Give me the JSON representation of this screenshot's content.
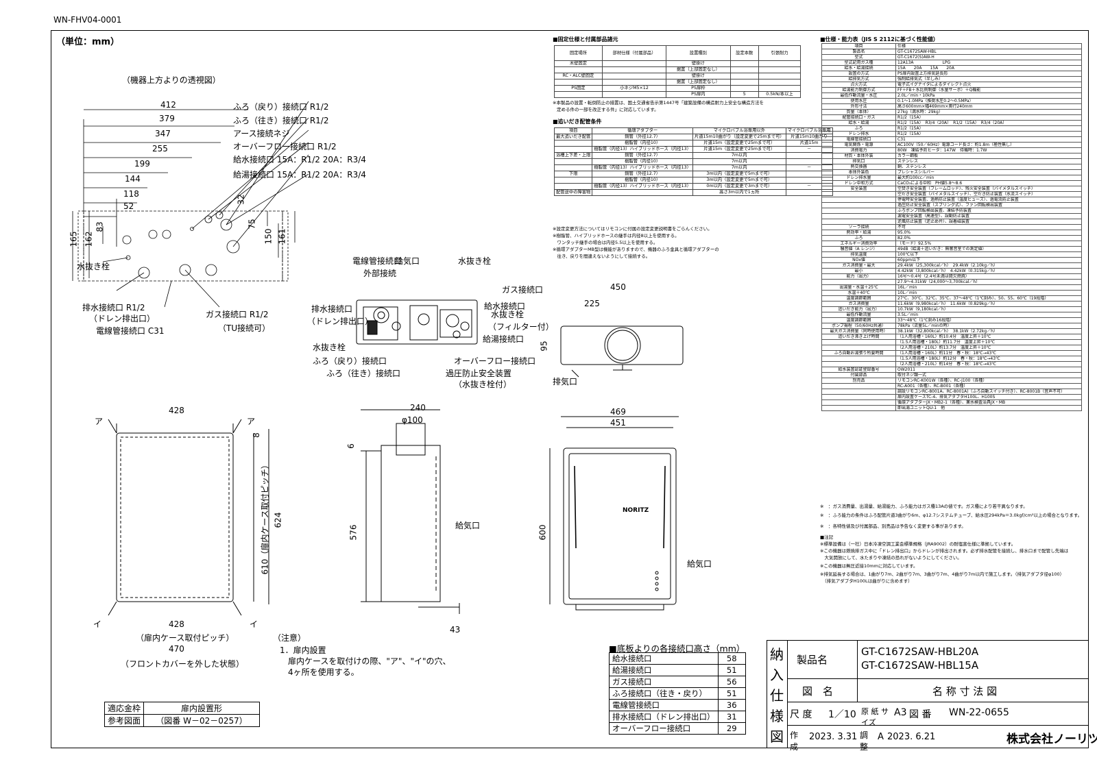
{
  "doc_code": "WN-FHV04-0001",
  "unit": "（単位：mm）",
  "top_view": {
    "title": "（機器上方よりの透視図）",
    "dims": [
      "412",
      "379",
      "347",
      "255",
      "199",
      "144",
      "118",
      "52"
    ],
    "vdims": [
      "165",
      "162",
      "83",
      "32",
      "75",
      "150",
      "161"
    ],
    "leaders": [
      "ふろ（戻り）接続口 R1/2",
      "ふろ（往き）接続口 R1/2",
      "アース接続ネジ",
      "オーバーフロー接続口 R1/2",
      "給水接続口 15A：R1/2 20A：R3/4",
      "給湯接続口 15A：R1/2 20A：R3/4"
    ],
    "bottom": [
      "水抜き栓",
      "排水接続口 R1/2",
      "（ドレン排出口）",
      "電線管接続口 C31",
      "ガス接続口 R1/2",
      "（TU接続可）"
    ]
  },
  "front_view": {
    "labels_left": [
      "電線管接続口",
      "外部接続",
      "排水接続口",
      "（ドレン排出口）",
      "水抜き栓",
      "ふろ（戻り）接続口",
      "ふろ（往き）接続口"
    ],
    "labels_right": [
      "給気口",
      "水抜き栓",
      "ガス接続口",
      "給水接続口",
      "水抜き栓",
      "（フィルター付）",
      "給湯接続口",
      "オーバーフロー接続口",
      "過圧防止安全装置",
      "（水抜き栓付）"
    ]
  },
  "top_small": {
    "dims": [
      "450",
      "225",
      "95"
    ],
    "label": "排気口"
  },
  "case_view": {
    "dims": [
      "428",
      "8",
      "610（扉内ケース取付ピッチ）",
      "624",
      "428",
      "（扉内ケース取付ピッチ）",
      "470",
      "（フロントカバーを外した状態）"
    ],
    "marks": [
      "ア",
      "ア",
      "イ",
      "イ"
    ]
  },
  "side_view": {
    "dims": [
      "240",
      "φ100",
      "6",
      "576",
      "43"
    ],
    "label": "給気口"
  },
  "main_view": {
    "dims": [
      "469",
      "451",
      "600"
    ],
    "label": "給気口",
    "logo": "NORITZ"
  },
  "notes": {
    "title": "（注意）",
    "lines": [
      "1．扉内設置",
      "扉内ケースを取付けの際、\"ア\"、\"イ\"の穴、",
      "4ヶ所を使用する。"
    ]
  },
  "ref": {
    "rows": [
      [
        "適応金枠",
        "扉内設置形"
      ],
      [
        "参考図面",
        "（図番 W－02－0257）"
      ]
    ]
  },
  "heights": {
    "title": "■底板よりの各接続口高さ（mm）",
    "rows": [
      [
        "給水接続口",
        "58"
      ],
      [
        "給湯接続口",
        "51"
      ],
      [
        "ガス接続口",
        "56"
      ],
      [
        "ふろ接続口（往き・戻り）",
        "51"
      ],
      [
        "電線管接続口",
        "36"
      ],
      [
        "排水接続口（ドレン排出口）",
        "31"
      ],
      [
        "オーバーフロー接続口",
        "29"
      ]
    ]
  },
  "fixing": {
    "title": "■固定仕様と付属部品諸元",
    "head": [
      "固定場所",
      "部材仕様（付属部品）",
      "設置種別",
      "設定本数",
      "引張耐力"
    ],
    "rows": [
      [
        "木壁固定",
        "",
        "壁掛け",
        "",
        ""
      ],
      [
        "",
        "",
        "据置（上部固定なし）",
        "",
        ""
      ],
      [
        "RC・ALC壁固定",
        "",
        "壁掛け",
        "",
        ""
      ],
      [
        "",
        "",
        "据置（上部固定なし）",
        "",
        ""
      ],
      [
        "PS固定",
        "小ネジM5×12",
        "PS扉枠",
        "",
        ""
      ],
      [
        "",
        "",
        "PS扉内",
        "5",
        "0.5kN/本以上"
      ]
    ],
    "note": [
      "※本製品の設置・転倒防止の措置は、国土交通省告示第1447号「建築設備の構造耐力上安全な構造方法を",
      "定める件の一部を改正する件」に対応しています。"
    ]
  },
  "piping": {
    "title": "■追いだき配管条件",
    "head": [
      "項目",
      "循環アダプター",
      "マイクロバブル浴専用以外",
      "マイクロバブル浴専用"
    ],
    "rows": [
      [
        "最大追いだき配管",
        "銅管（外径12.7）",
        "片道15m10曲がり（設定変更で25mまで可）",
        "片道15m10曲がり"
      ],
      [
        "",
        "樹脂管（内径10）",
        "片道15m（設定変更で25mまで可）",
        "片道15m"
      ],
      [
        "",
        "樹脂管（内径13）ハイブリッドホース（内径13）",
        "片道15m（設定変更で25mまで可）",
        "－"
      ],
      [
        "浴槽上下差・上限",
        "銅管（外径12.7）",
        "7m以内",
        ""
      ],
      [
        "",
        "樹脂管（内径10）",
        "7m以内",
        ""
      ],
      [
        "",
        "樹脂管（内径13）ハイブリッドホース（内径13）",
        "7m以内",
        "－"
      ],
      [
        "下限",
        "銅管（外径12.7）",
        "3m以内（設定変更で5mまで可）",
        ""
      ],
      [
        "",
        "樹脂管（内径10）",
        "3m以内（設定変更で5mまで可）",
        ""
      ],
      [
        "",
        "樹脂管（内径13）ハイブリッドホース（内径13）",
        "0m以内（設定変更で3mまで可）",
        "－"
      ],
      [
        "配管途中の障害物",
        "",
        "高さ3m以内で1ヵ所",
        ""
      ]
    ],
    "notes": [
      "※設定変更方法についてはリモコンに付属の設定変更説明書をごらんください。",
      "※樹脂管、ハイブリッドホースの継手は内径8以上を使用する。",
      "　ワンタッチ継手の場合は内径5.5以上を使用する。",
      "※循環アダプターMB型は機能がありますので、機器のふろ金具と循環アダプターの",
      "　往き、戻りを間違えないようにして接続する。"
    ]
  },
  "spec": {
    "title": "■仕様・能力表（JIS S 2112に基づく性能値）",
    "rows": [
      [
        "項目",
        "仕様"
      ],
      [
        "製品名",
        "GT-C1672SAW-HBL"
      ],
      [
        "型式",
        "GT-C1672(S)AW-H"
      ],
      [
        "型式記用ガス種",
        "12A13A　　　　　　　LPG"
      ],
      [
        "給水・給湯接続",
        "15A　　20A　　15A　　20A"
      ],
      [
        "設置の方式",
        "PS扉内設置上方排気延長形"
      ],
      [
        "給排気方式",
        "強制給排気式（半しみ）"
      ],
      [
        "点火方式",
        "電子式イグナイタによるダイレクト点火"
      ],
      [
        "給湯能力制御方式",
        "FF＋FB＋水比例制御（水量サーボ）＋Q機能"
      ],
      [
        "最低作動流量・水圧",
        "2.0L／min・10kPa"
      ],
      [
        "使用水圧",
        "0.1～1.0MPa（推奨水圧0.2～0.5MPa）"
      ],
      [
        "外形寸法",
        "高さ600mm×幅469mm×奥行240mm"
      ],
      [
        "質量（本体）",
        "27kg（満水時：29kg）"
      ],
      [
        "配管接続口・ガス",
        "R1/2（15A）"
      ],
      [
        "給水・給湯",
        "R1/2（15A）　R3/4（20A）　R1/2（15A）　R3/4（20A）"
      ],
      [
        "ふろ",
        "R1/2（15A）"
      ],
      [
        "ドレン排水",
        "R1/2（15A）"
      ],
      [
        "電線管接続口",
        "C31"
      ],
      [
        "電気関係・電源",
        "AC100V（50／60Hz）電源コード長さ：約1.8m（極性無し）"
      ],
      [
        "消費電力",
        "80W　凍結予防ヒータ：147W　待機時：1.7W"
      ],
      [
        "材質・本体外装",
        "カラー鋼板"
      ],
      [
        "排気口",
        "ステンレス"
      ],
      [
        "熱交換器",
        "銅、ステンレス"
      ],
      [
        "本体外装色",
        "プレシャスシルバー"
      ],
      [
        "ドレン排水量",
        "最大約100cc／min"
      ],
      [
        "ドレン中和方式",
        "CaCO₃による中和　PH値5.8～8.6"
      ],
      [
        "安全装置",
        "空焚き安全装置（フレームロッド）、残火安全装置（バイメタルスイッチ）"
      ],
      [
        "",
        "空だき安全装置（バイメタルスイッチ）、空だき防止装置（水流スイッチ）"
      ],
      [
        "",
        "停電時安全装置、過熱防止装置（温度ヒューズ）、過電流防止装置"
      ],
      [
        "",
        "過圧防止安全装置（スプリング式）、ファン回転検出装置"
      ],
      [
        "",
        "ふろポンプ回転検出装置、凍結予防装置"
      ],
      [
        "",
        "漏電安全装置（高速型）、誤動防止装置"
      ],
      [
        "",
        "逆風防止装置（逆止め弁）、誤着磁装置"
      ],
      [
        "ソーラ接続",
        "不可"
      ],
      [
        "熱効率・給湯",
        "95.0%"
      ],
      [
        "ふろ",
        "82.0%"
      ],
      [
        "エネルギー消費効率",
        "（モード）92.5%"
      ],
      [
        "騒音値（A レンジ）",
        "49dB（給湯＋追いだき：無響音室での測定値）"
      ],
      [
        "排気温度",
        "100℃以下"
      ],
      [
        "NOx値",
        "60ppm以下"
      ],
      [
        "ガス消費量・最大",
        "29.4kW（25,300kcal／h）　29.4kW（2.10kg／h）"
      ],
      [
        "最小",
        "4.42kW（3,800kcal／h）　4.42kW（0.315kg／h）"
      ],
      [
        "能力（出力）",
        "16号～0.4号（2.4号未満は間欠燃焼）"
      ],
      [
        "",
        "27.9～4.31kW（24,000～3,700kcal／h）"
      ],
      [
        "出湯量・水温＋25℃",
        "16L／min"
      ],
      [
        "水温＋40℃",
        "10L／min"
      ],
      [
        "温度調節範囲",
        "27℃、30℃、32℃、35℃、37～48℃（1℃刻み）、50、55、60℃（19段階）"
      ],
      [
        "ガス消費量",
        "11.6kW（9,980kcal／h）　11.6kW（0.829kg／h）"
      ],
      [
        "追いだき能力（出力）",
        "10.7kW（9,180kcal／h）"
      ],
      [
        "最低作動流量",
        "3.5L／min"
      ],
      [
        "温度調節範囲",
        "33～48℃（1℃刻み16段階）"
      ],
      [
        "ポンプ揚程（50/60Hz共通）",
        "78kPa（流量5L／minの時）"
      ],
      [
        "最大ガス消費量（同時使用時）",
        "38.1kW（32,800kcal／h）　38.1kW（2.72kg／h）"
      ],
      [
        "追いだき沸き上げ時間",
        "（1人用浴槽・160L）約10.4分　温度上昇＋10℃"
      ],
      [
        "",
        "（1.5人用浴槽・180L）約11.7分　温度上昇＋10℃"
      ],
      [
        "",
        "（2人用浴槽・210L）約13.7分　温度上昇＋10℃"
      ],
      [
        "ふろ自動お湯張り所要時間",
        "（1人用浴槽・160L）約11分　春・秋：18℃→43℃"
      ],
      [
        "",
        "（1.5人用浴槽・180L）約12分　春・秋：18℃→43℃"
      ],
      [
        "",
        "（2人用浴槽・210L）約14分　春・秋：18℃→43℃"
      ],
      [
        "給水装置認証登録番号",
        "OW2011"
      ],
      [
        "付属部品",
        "取付ネジ類一式"
      ],
      [
        "別売品",
        "リモコンRC-K001W（各種）、RC-J100（各種）"
      ],
      [
        "",
        "RC-A001（各種）、RC-B001（各種）"
      ],
      [
        "",
        "調設リモコンRC-8001A、RC-8001A)（ふろ自動スイッチ付き）、RC-8001B（音声不可）"
      ],
      [
        "",
        "扉内設置ケースTC-4、排気アダプタH100L、H100S"
      ],
      [
        "",
        "循環アダプターJX・MB2-1（各種）、薬水検査治具JX・MB"
      ],
      [
        "",
        "即出湯ユニットQU-1　他"
      ]
    ],
    "footnotes": [
      "※　：ガス消費量、出湯量、給湯能力、ふろ能力はガス種13Aの値です。ガス種により若干異なります。",
      "※　：ふろ能力の条件はふろ配管片道3曲がり6m、φ12.7システムチューブ、給水圧294kPa＝3.0kgf/cm²以上の場合となります。",
      "※　：各特性値及び付属部品、別売品は予告なく変更する事があります。"
    ],
    "notes": [
      "■注記",
      "※標準設備は（一社）日本冷凍空調工業会標準規格（JRA9002）の耐塩害仕様に準拠しています。",
      "※この機器は燃焼排ガス中に「ドレン排出口」からドレンが排出されます。必ず排水配管を接続し、排水口まで配管し先端は",
      "　大気開放にして、水たまりや凍結の恐れがないようにしてください。",
      "※この機器は無圧近接10mmに対応しています。",
      "※排気延長する場合は、1曲がり7m、2曲がり7m、3曲がり7m、4曲がり7m以内で施工します。（排気アダプタ径φ100）",
      "　（排気アダプタH100Lは曲がりに含めます）"
    ]
  },
  "title_block": {
    "side": [
      "納",
      "入",
      "仕",
      "様",
      "図"
    ],
    "product_label": "製品名",
    "product": [
      "GT-C1672SAW-HBL20A",
      "GT-C1672SAW-HBL15A"
    ],
    "drawing_label": "図　名",
    "drawing": "名 称 寸 法 図",
    "scale_label": "尺 度",
    "scale": "1／10",
    "paper_label": "原 紙 サイズ",
    "paper": "A3",
    "number_label": "図 番",
    "number": "WN-22-0655",
    "made_label": "作 成",
    "made": "2023. 3.31",
    "rev_label": "調 整",
    "rev_mark": "A",
    "rev": "2023. 6.21",
    "company": "株式会社ノーリツ"
  }
}
